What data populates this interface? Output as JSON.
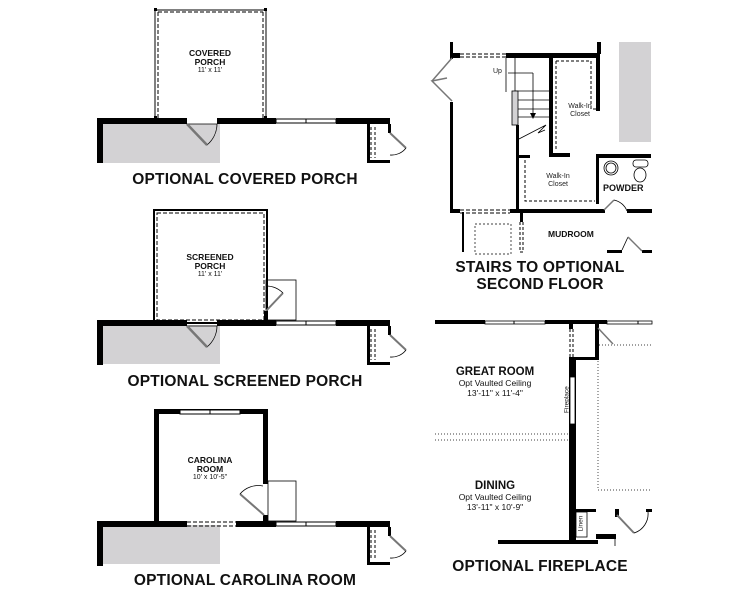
{
  "panels": {
    "covered_porch": {
      "caption": "OPTIONAL COVERED PORCH",
      "room_name_line1": "COVERED",
      "room_name_line2": "PORCH",
      "room_size": "11' x 11'"
    },
    "screened_porch": {
      "caption": "OPTIONAL SCREENED PORCH",
      "room_name_line1": "SCREENED",
      "room_name_line2": "PORCH",
      "room_size": "11' x 11'"
    },
    "carolina_room": {
      "caption": "OPTIONAL CAROLINA ROOM",
      "room_name_line1": "CAROLINA",
      "room_name_line2": "ROOM",
      "room_size": "10' x 10'-5\""
    },
    "stairs": {
      "caption_line1": "STAIRS TO OPTIONAL",
      "caption_line2": "SECOND FLOOR",
      "up_label": "Up",
      "closet1_line1": "Walk-In",
      "closet1_line2": "Closet",
      "closet2_line1": "Walk-In",
      "closet2_line2": "Closet",
      "powder": "POWDER",
      "mudroom": "MUDROOM"
    },
    "fireplace": {
      "caption": "OPTIONAL FIREPLACE",
      "great_room": "GREAT ROOM",
      "great_room_ceiling": "Opt Vaulted Ceiling",
      "great_room_size": "13'-11\" x 11'-4\"",
      "dining": "DINING",
      "dining_ceiling": "Opt Vaulted Ceiling",
      "dining_size": "13'-11\" x 10'-9\"",
      "fireplace_label": "Fireplace",
      "linen_label": "Linen"
    }
  },
  "colors": {
    "wall": "#000000",
    "shade": "#d3d2d4",
    "door": "#7a7a7a"
  }
}
